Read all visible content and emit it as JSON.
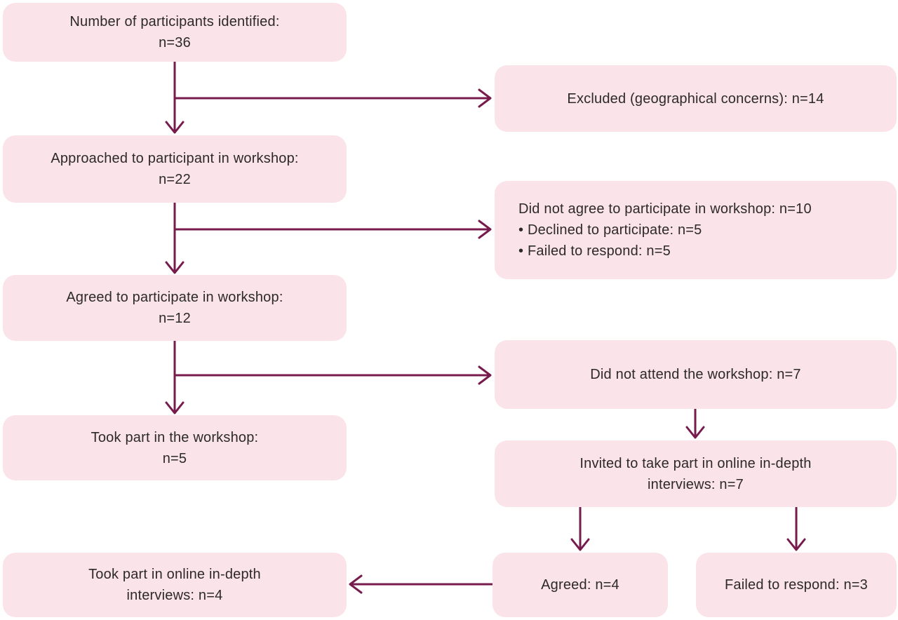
{
  "colors": {
    "box_fill": "#fae4e9",
    "arrow": "#771b4d",
    "text": "#2d292b",
    "background": "#ffffff"
  },
  "flowchart": {
    "boxes": {
      "identified": "Number of participants identified:\nn=36",
      "excluded": "Excluded (geographical concerns): n=14",
      "approached": "Approached to participant in workshop:\nn=22",
      "did_not_agree": "Did not agree to participate in workshop: n=10\n• Declined to participate: n=5\n• Failed to respond: n=5",
      "agreed_workshop": "Agreed to participate in workshop:\nn=12",
      "did_not_attend": "Did not attend the workshop: n=7",
      "took_part_workshop": "Took part in the workshop:\nn=5",
      "invited_interviews": "Invited to take part in online in-depth\ninterviews: n=7",
      "took_part_interviews": "Took part in online in-depth\ninterviews: n=4",
      "agreed_interview": "Agreed: n=4",
      "failed_respond": "Failed to respond: n=3"
    },
    "counts": {
      "identified": 36,
      "excluded_geographical": 14,
      "approached": 22,
      "did_not_agree": 10,
      "declined_to_participate": 5,
      "failed_to_respond_workshop": 5,
      "agreed_workshop": 12,
      "did_not_attend": 7,
      "took_part_workshop": 5,
      "invited_interviews": 7,
      "agreed_interview": 4,
      "failed_to_respond_interview": 3,
      "took_part_interviews": 4
    }
  }
}
